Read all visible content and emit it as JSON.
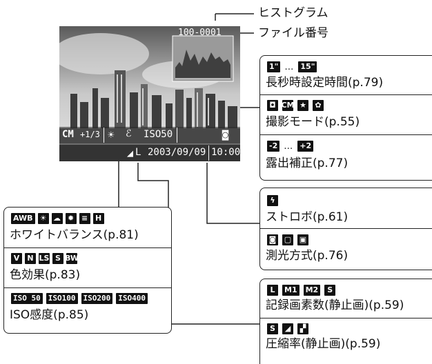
{
  "callouts": {
    "histogram": "ヒストグラム",
    "file_number": "ファイル番号"
  },
  "screen": {
    "file_number": "100-0001",
    "mode": "CM",
    "exposure_comp": "+1/3",
    "iso": "ISO50",
    "resolution": "L",
    "date": "2003/09/09",
    "time": "10:00"
  },
  "right_boxes": {
    "shutter": {
      "icon_from": "1\"",
      "dots": "…",
      "icon_to": "15\"",
      "label": "長秒時設定時間(p.79)"
    },
    "shooting_mode": {
      "icons": [
        "camera-icon",
        "cm-icon",
        "night-icon",
        "macro-icon"
      ],
      "label": "撮影モード(p.55)"
    },
    "exposure": {
      "icon_from": "-2",
      "dots": "…",
      "icon_to": "+2",
      "label": "露出補正(p.77)"
    },
    "flash": {
      "icon": "flash-icon",
      "label": "ストロボ(p.61)"
    },
    "metering": {
      "icons": [
        "evaluative-icon",
        "center-weighted-icon",
        "spot-icon"
      ],
      "label": "測光方式(p.76)"
    },
    "recording_pixels": {
      "icons": [
        "L",
        "M1",
        "M2",
        "S"
      ],
      "label": "記録画素数(静止画)(p.59)"
    },
    "compression": {
      "icons": [
        "superfine-icon",
        "fine-icon",
        "normal-icon"
      ],
      "label": "圧縮率(静止画)(p.59)"
    }
  },
  "left_boxes": {
    "white_balance": {
      "icons": [
        "AWB",
        "daylight-icon",
        "cloudy-icon",
        "tungsten-icon",
        "fluorescent-icon",
        "fluorescent-h-icon"
      ],
      "label": "ホワイトバランス(p.81)"
    },
    "color_effect": {
      "icons": [
        "vivid-icon",
        "neutral-icon",
        "low-sharpen-icon",
        "sepia-icon",
        "BW"
      ],
      "label": "色効果(p.83)"
    },
    "iso_speed": {
      "icons": [
        "ISO 50",
        "ISO100",
        "ISO200",
        "ISO400"
      ],
      "label": "ISO感度(p.85)"
    }
  }
}
